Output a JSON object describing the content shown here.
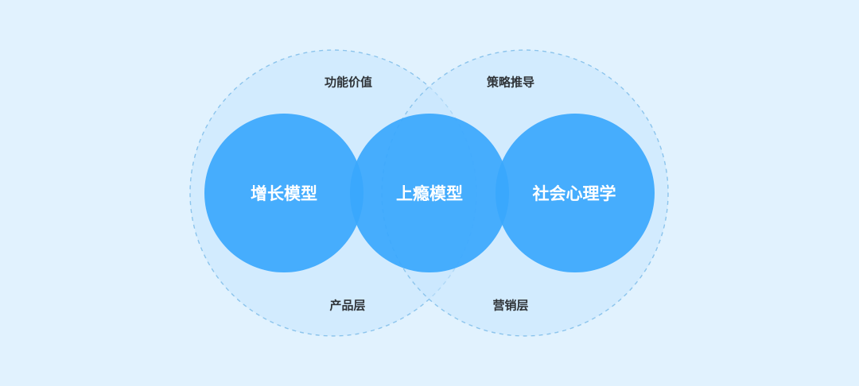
{
  "colors": {
    "background": "#e1f2fe",
    "outer_fill": "#c8e6fd",
    "outer_stroke": "#8cc4ec",
    "inner_fill": "#3aa7fd",
    "outer_text": "#2f3337",
    "inner_text": "#ffffff"
  },
  "outer_circles": [
    {
      "id": "product-layer",
      "top_label": "功能价值",
      "bottom_label": "产品层"
    },
    {
      "id": "marketing-layer",
      "top_label": "策略推导",
      "bottom_label": "营销层"
    }
  ],
  "inner_circles": [
    {
      "label": "增长模型"
    },
    {
      "label": "上瘾模型"
    },
    {
      "label": "社会心理学"
    }
  ]
}
